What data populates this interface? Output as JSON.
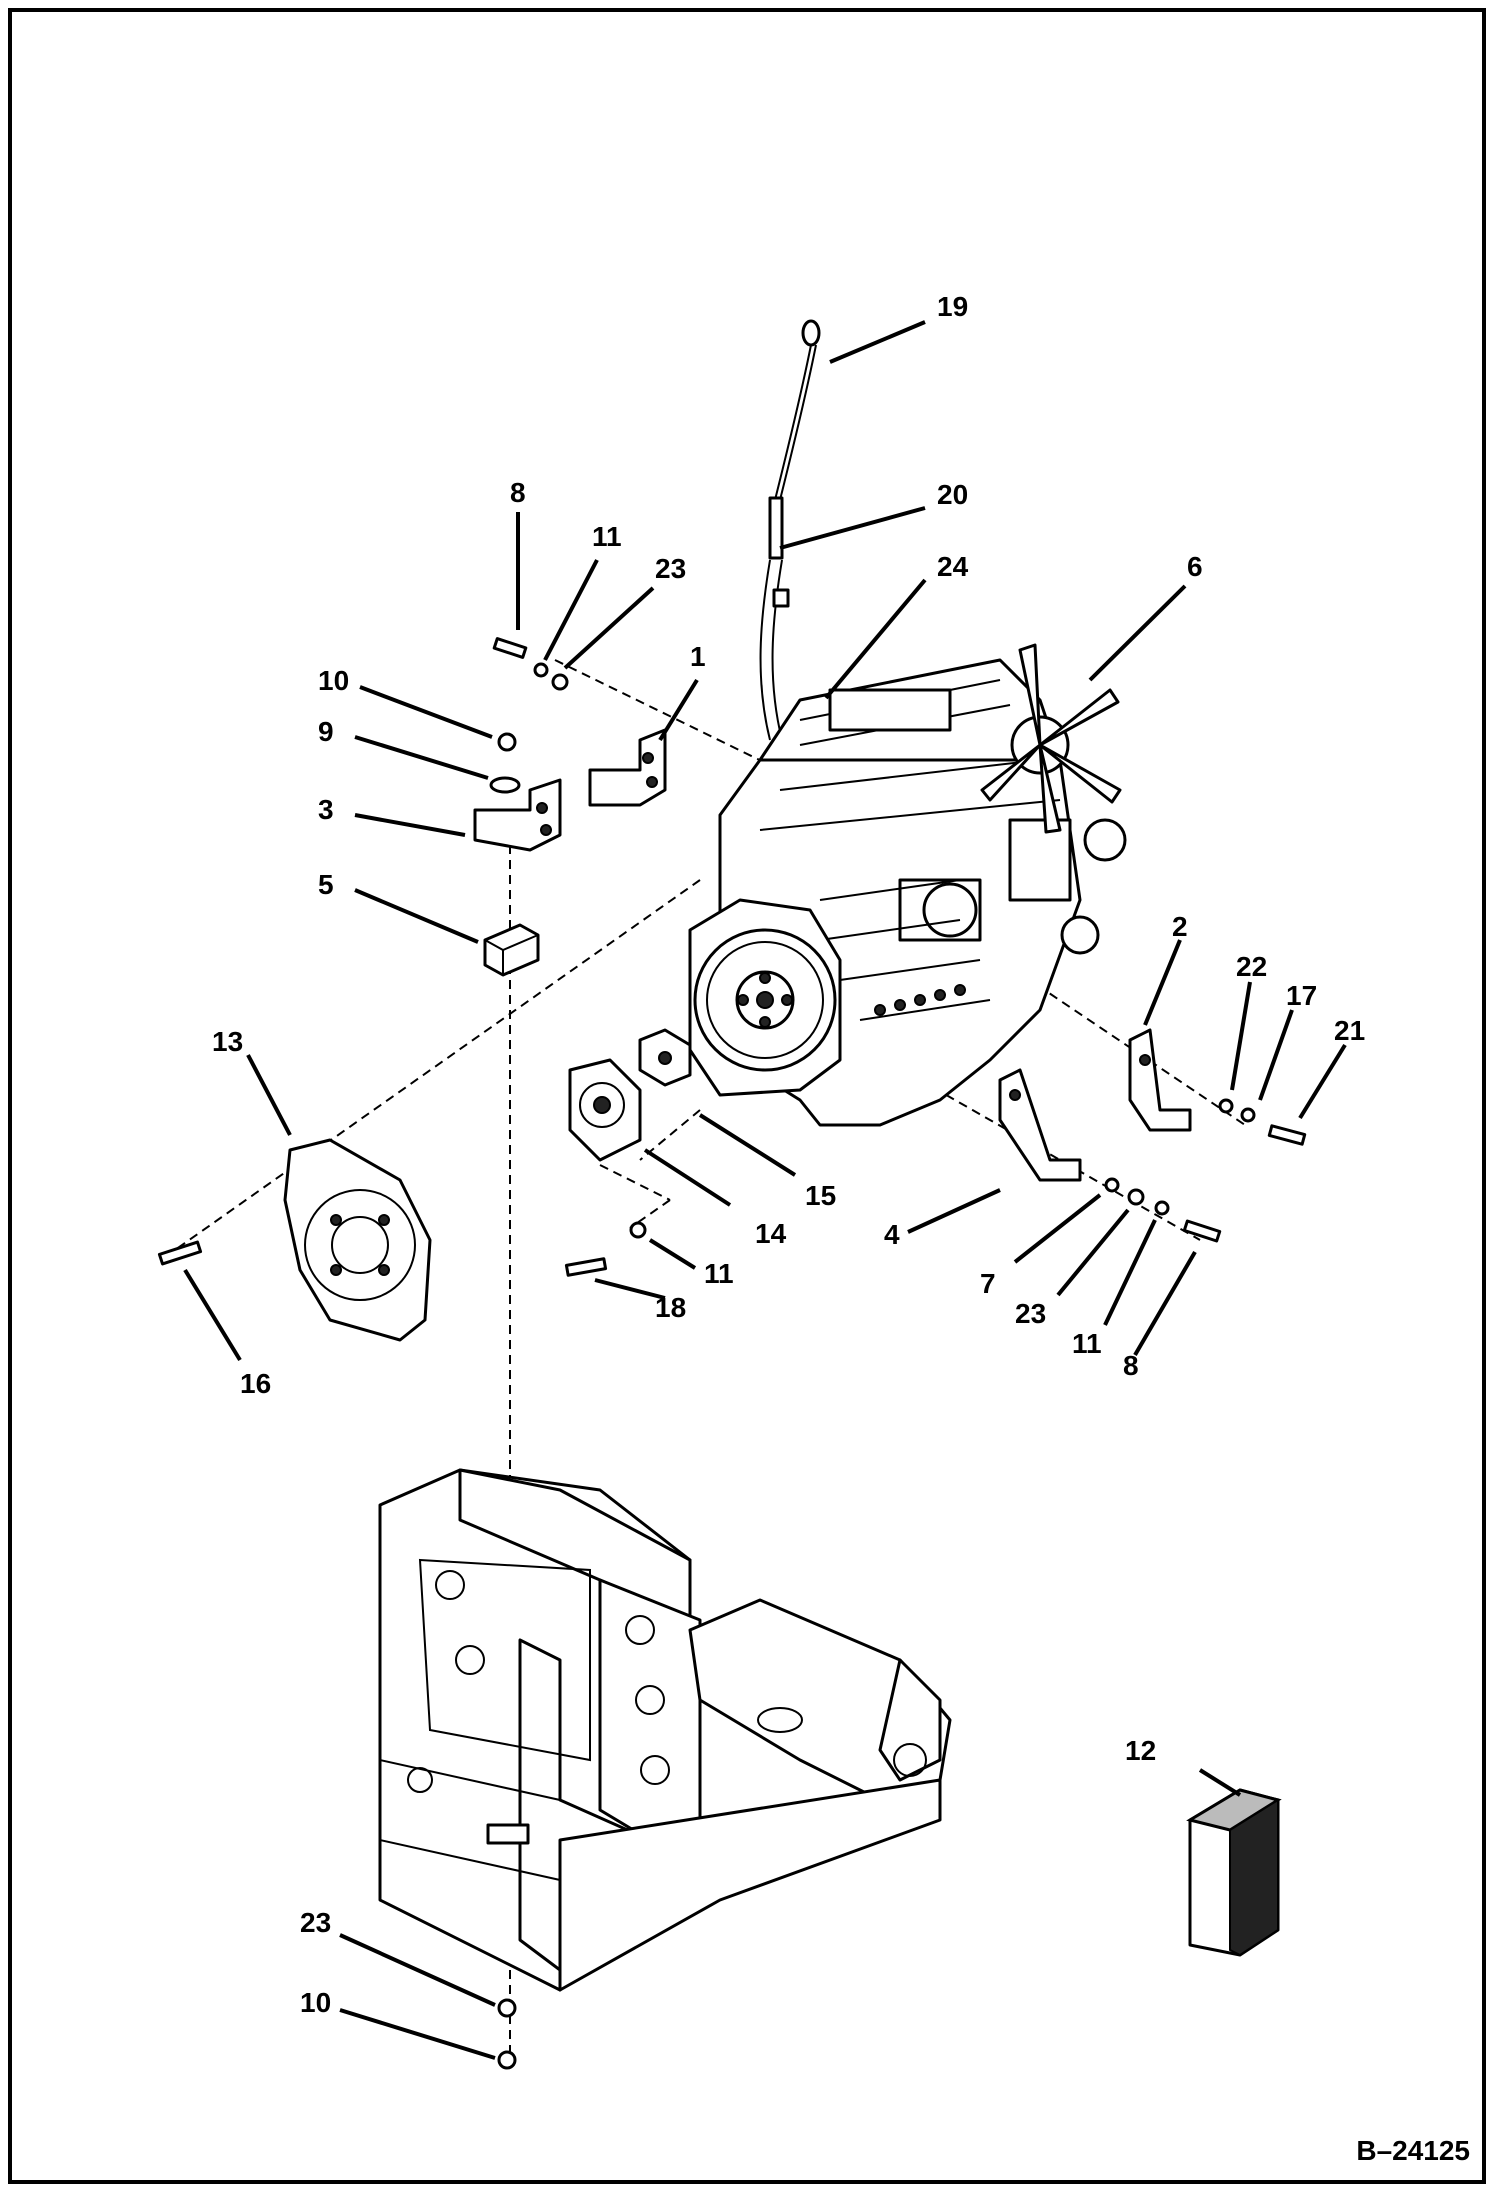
{
  "drawing_number": "B–24125",
  "callouts": {
    "c19": "19",
    "c20": "20",
    "c24": "24",
    "c6": "6",
    "c8a": "8",
    "c11a": "11",
    "c23a": "23",
    "c1": "1",
    "c10a": "10",
    "c9": "9",
    "c3": "3",
    "c5": "5",
    "c13": "13",
    "c16": "16",
    "c14": "14",
    "c15": "15",
    "c11b": "11",
    "c18": "18",
    "c2": "2",
    "c22": "22",
    "c17": "17",
    "c21": "21",
    "c4": "4",
    "c7": "7",
    "c23b": "23",
    "c11c": "11",
    "c8b": "8",
    "c12": "12",
    "c23c": "23",
    "c10b": "10"
  }
}
